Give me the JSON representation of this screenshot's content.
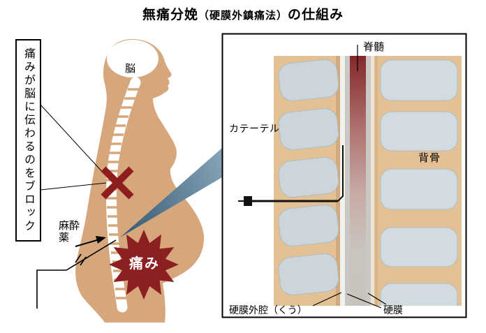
{
  "title": {
    "main": "無痛分娩",
    "paren": "（硬膜外鎮痛法）",
    "suffix": "の仕組み"
  },
  "figure": {
    "block_note": "痛みが脳に伝わるのをブロック",
    "brain_label": "脳",
    "anesthetic_label": "麻酔薬",
    "pain_label": "痛み"
  },
  "inset": {
    "spinal_cord_label": "脊髄",
    "catheter_label": "カテーテル",
    "backbone_label": "背骨",
    "epidural_space_label": "硬膜外腔（くう）",
    "dura_label": "硬膜"
  },
  "colors": {
    "body_tan": "#d6a77c",
    "inset_tan": "#e4c194",
    "bone_gray": "#ccd6da",
    "x_mark_red": "#8e1d1d",
    "pain_burst_red": "#8c1f1f",
    "spinal_cord_red": "#84282a",
    "wedge_blue": "#54758e"
  }
}
